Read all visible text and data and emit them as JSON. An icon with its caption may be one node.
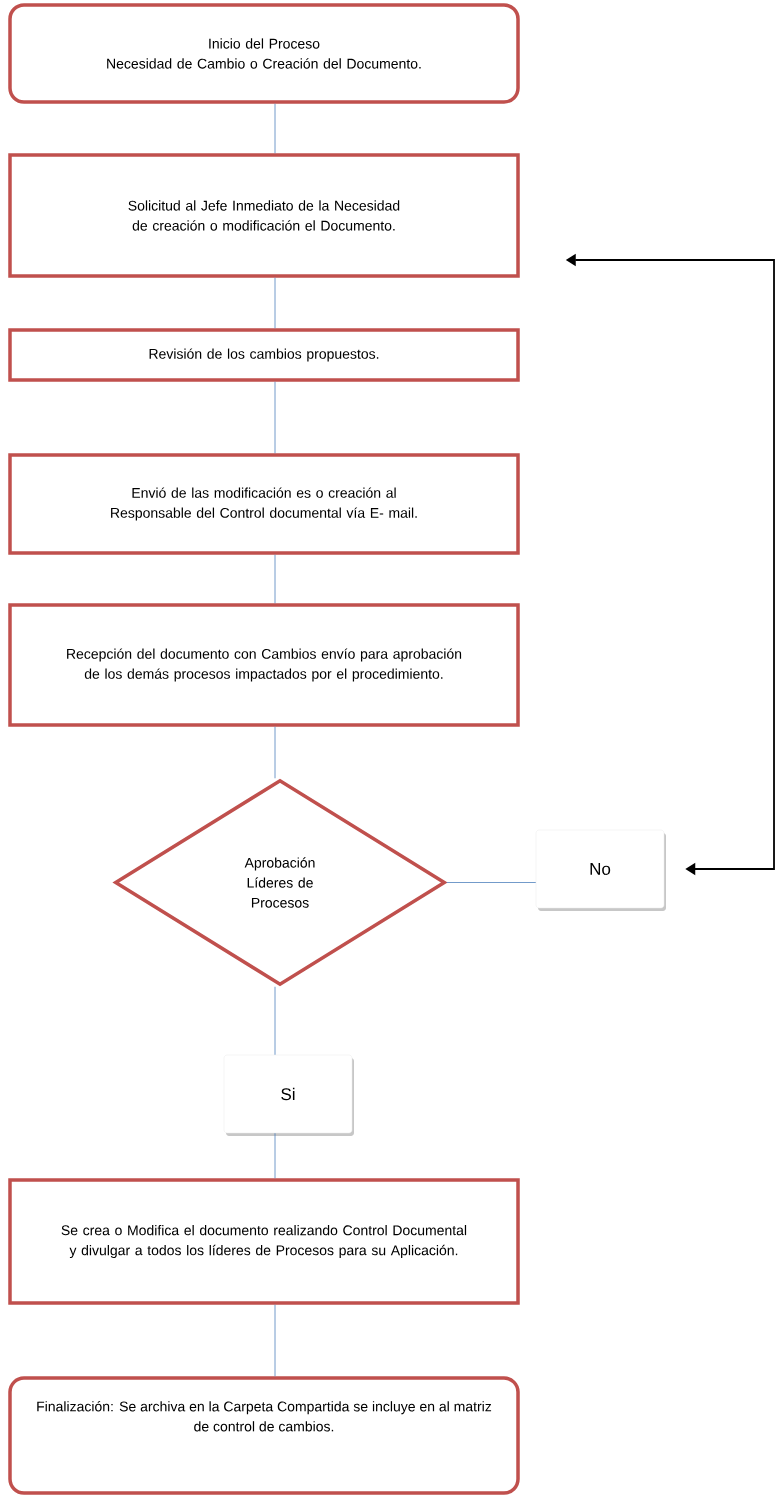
{
  "diagram": {
    "nodes": [
      {
        "text": [
          "Inicio del Proceso",
          "Necesidad de Cambio o Creación del Documento."
        ]
      },
      {
        "text": [
          "Solicitud al Jefe Inmediato de  la Necesidad de creación o modificación el Documento."
        ]
      },
      {
        "text": [
          "Revisión de los cambios propuestos."
        ]
      },
      {
        "text": [
          "Envió de las modificación es o creación al Responsable del Control documental vía E- mail."
        ]
      },
      {
        "text": [
          "Recepción del documento con Cambios envío para aprobación de los demás procesos impactados por el procedimiento."
        ]
      },
      {
        "text": [
          "Aprobación Líderes de Procesos"
        ]
      },
      {
        "text": [
          "No"
        ]
      },
      {
        "text": [
          "Si"
        ]
      },
      {
        "text": [
          "Se crea o Modifica el documento realizando Control Documental y divulgar a todos los líderes de Procesos para su Aplicación."
        ]
      },
      {
        "text": [
          "Finalización: Se archiva en la Carpeta Compartida se incluye en al matriz de control de cambios."
        ]
      }
    ],
    "edges": [
      {
        "from": 0,
        "to": 1,
        "arrow": "none"
      },
      {
        "from": 1,
        "to": 2,
        "arrow": "none"
      },
      {
        "from": 2,
        "to": 3,
        "arrow": "none"
      },
      {
        "from": 3,
        "to": 4,
        "arrow": "none"
      },
      {
        "from": 4,
        "to": 5,
        "arrow": "none"
      },
      {
        "from": 5,
        "to": 6,
        "arrow": "none"
      },
      {
        "from": 5,
        "to": 7,
        "arrow": "none"
      },
      {
        "from": 7,
        "to": 8,
        "arrow": "none"
      },
      {
        "from": 8,
        "to": 9,
        "arrow": "none"
      },
      {
        "from": 6,
        "to": 1,
        "arrow": "both",
        "color": "#000000"
      }
    ]
  }
}
